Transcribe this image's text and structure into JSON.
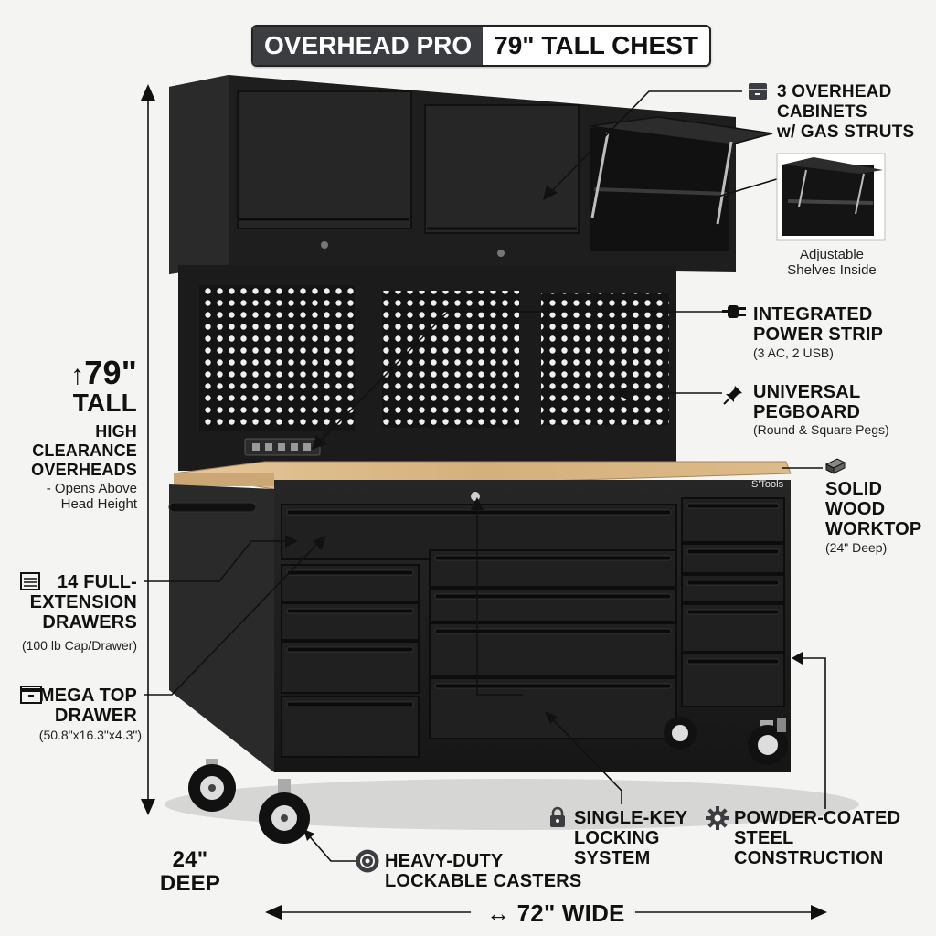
{
  "title": {
    "left": "OVERHEAD PRO",
    "right": "79\" TALL CHEST"
  },
  "height": {
    "arrow_glyph": "↑",
    "value": "79\"",
    "tall": "TALL",
    "heading_lines": [
      "HIGH",
      "CLEARANCE",
      "OVERHEADS"
    ],
    "note_lines": [
      "- Opens Above",
      "Head Height"
    ]
  },
  "overhead": {
    "lines": [
      "3 OVERHEAD",
      "CABINETS",
      "w/ GAS STRUTS"
    ],
    "icon": "cabinet-icon"
  },
  "shelves": {
    "lines": [
      "Adjustable",
      "Shelves Inside"
    ]
  },
  "power": {
    "lines": [
      "INTEGRATED",
      "POWER STRIP"
    ],
    "note": "(3 AC, 2 USB)",
    "icon": "plug-icon"
  },
  "pegboard": {
    "lines": [
      "UNIVERSAL",
      "PEGBOARD"
    ],
    "note": "(Round & Square Pegs)",
    "icon": "pushpin-icon"
  },
  "worktop": {
    "lines": [
      "SOLID",
      "WOOD",
      "WORKTOP"
    ],
    "note": "(24\" Deep)",
    "icon": "wood-plank-icon"
  },
  "drawers": {
    "lines": [
      "14 FULL-",
      "EXTENSION",
      "DRAWERS"
    ],
    "note": "(100 lb Cap/Drawer)",
    "icon": "drawer-list-icon"
  },
  "mega": {
    "lines": [
      "MEGA TOP",
      "DRAWER"
    ],
    "note": "(50.8\"x16.3\"x4.3\")",
    "icon": "drawer-box-icon"
  },
  "lock": {
    "lines": [
      "SINGLE-KEY",
      "LOCKING",
      "SYSTEM"
    ],
    "icon": "padlock-icon"
  },
  "steel": {
    "lines": [
      "POWDER-COATED",
      "STEEL CONSTRUCTION"
    ],
    "icon": "gear-icon"
  },
  "casters": {
    "lines": [
      "HEAVY-DUTY",
      "LOCKABLE CASTERS"
    ],
    "icon": "caster-wheel-icon"
  },
  "depth": {
    "lines": [
      "24\"",
      "DEEP"
    ]
  },
  "width": {
    "glyph": "↔",
    "label": "72\" WIDE"
  },
  "brand": "S'Tools",
  "colors": {
    "cabinet": "#1c1c1c",
    "panel": "#232323",
    "wood": "#d9b98a",
    "accent_dark": "#3b3d40"
  }
}
